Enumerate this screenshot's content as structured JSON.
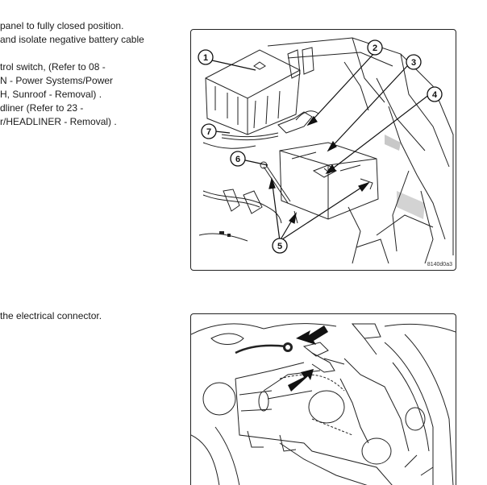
{
  "step_a": {
    "lines": [
      "panel to fully closed position.",
      "and isolate negative battery cable",
      "",
      "trol switch, (Refer to 08 -",
      "N - Power Systems/Power",
      "H, Sunroof - Removal) .",
      "dliner (Refer to 23 -",
      "r/HEADLINER - Removal) ."
    ]
  },
  "step_b": {
    "lines": [
      "the electrical connector."
    ]
  },
  "figure1": {
    "code": "8140d0a3",
    "callouts": [
      "1",
      "2",
      "3",
      "4",
      "5",
      "6",
      "7"
    ]
  },
  "figure2": {}
}
